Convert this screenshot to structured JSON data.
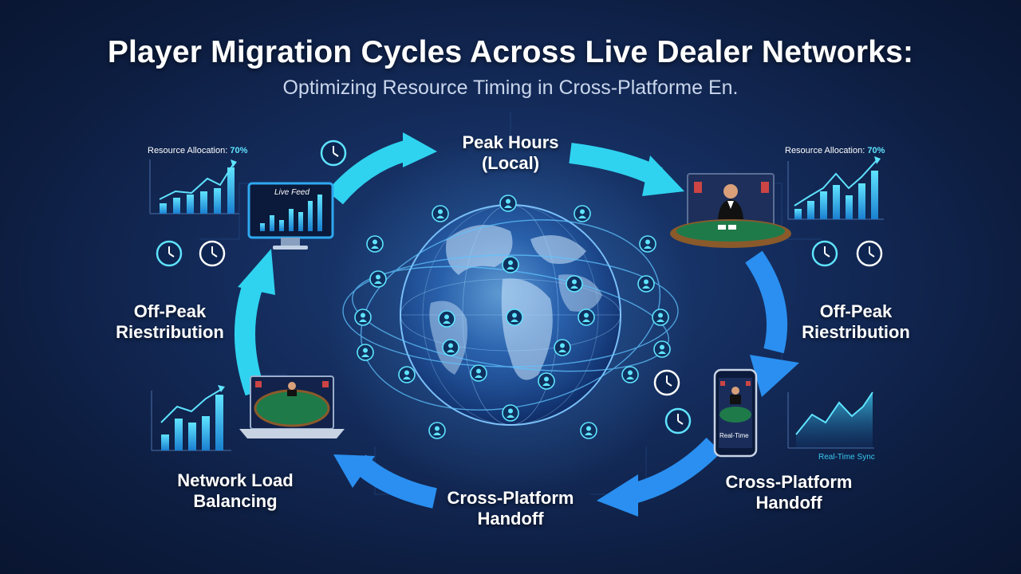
{
  "header": {
    "title": "Player Migration Cycles Across Live Dealer Networks:",
    "subtitle": "Optimizing Resource Timing in Cross-Platforme En."
  },
  "stages": {
    "top": "Peak Hours\n(Local)",
    "left": "Off-Peak\nRiestribution",
    "right": "Off-Peak\nRiestribution",
    "bottom_left": "Network Load\nBalancing",
    "bottom_center": "Cross-Platform\nHandoff",
    "bottom_right": "Cross-Platform\nHandoff"
  },
  "panels": {
    "left_alloc_label": "Resource Allocation:",
    "left_alloc_value": "70%",
    "right_alloc_label": "Resource Allocation:",
    "right_alloc_value": "70%",
    "monitor_label": "Live Feed",
    "phone_label": "Real-Time",
    "sync_label": "Real-Time Sync"
  },
  "colors": {
    "arrow_cyan": "#2fd3f0",
    "arrow_blue": "#2a8ff0",
    "globe": "#3b7dc9",
    "accent": "#5fe3ff"
  },
  "icons": [
    "clock-icon",
    "user-icon",
    "monitor-icon",
    "phone-icon",
    "dealer-icon",
    "globe-icon"
  ]
}
